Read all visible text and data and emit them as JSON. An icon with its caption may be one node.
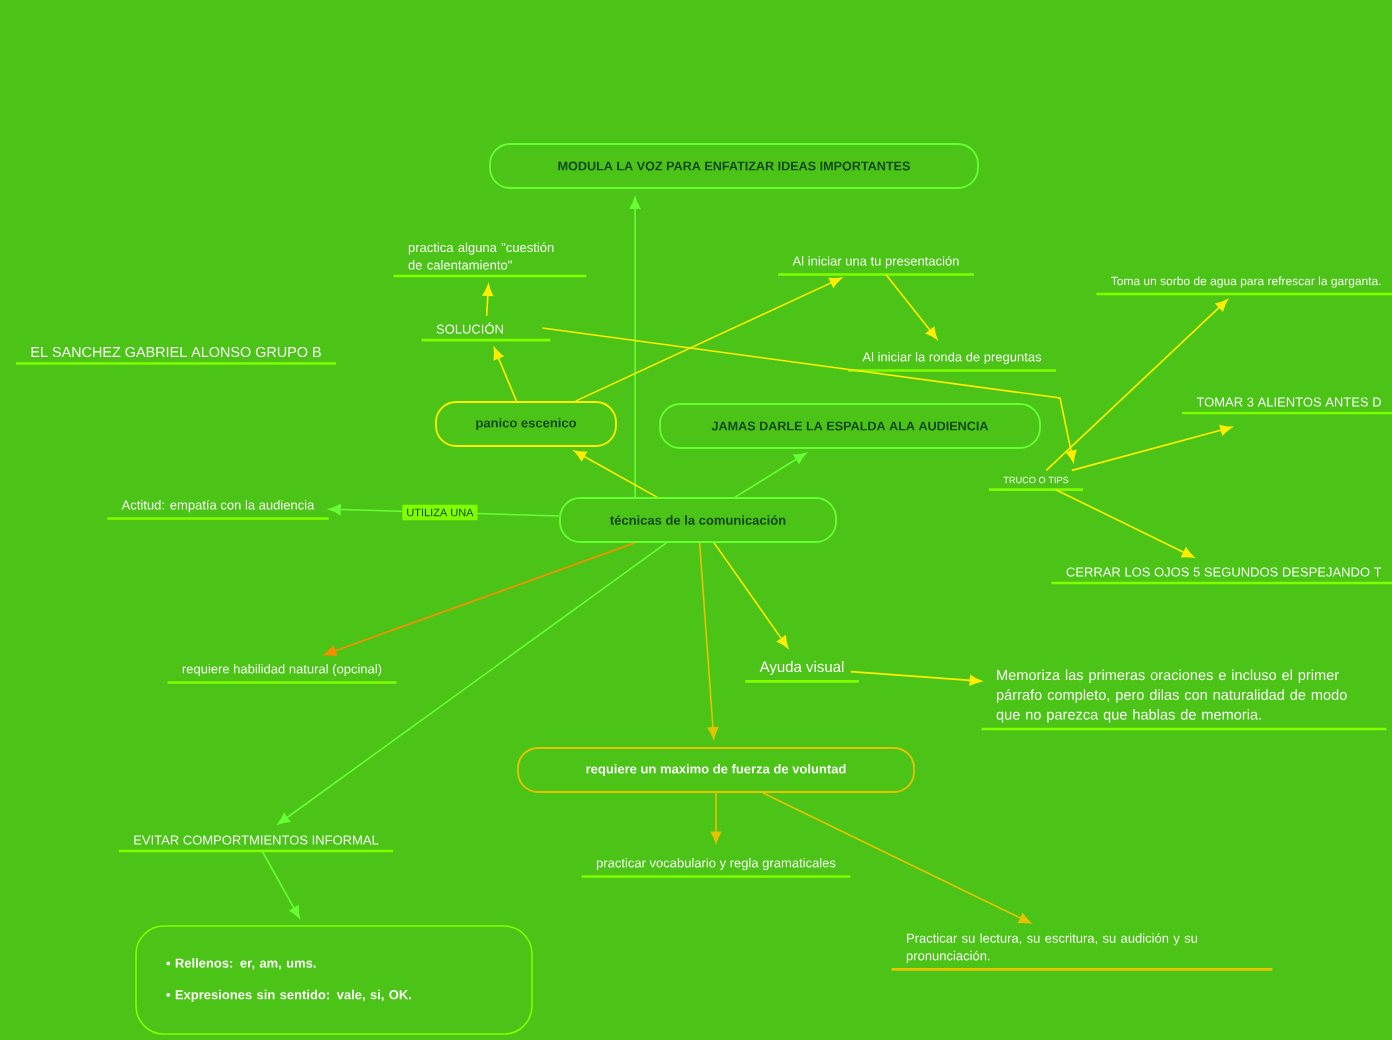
{
  "diagram": {
    "nodes": [
      {
        "text": [
          "MODULA LA VOZ PARA ENFATIZAR IDEAS IMPORTANTES"
        ]
      },
      {
        "text": [
          "practica alguna \"cuestión de calentamiento\""
        ]
      },
      {
        "text": [
          "SOLUCIÓN"
        ]
      },
      {
        "text": [
          "EL SANCHEZ GABRIEL ALONSO GRUPO B"
        ]
      },
      {
        "text": [
          "panico escenico"
        ]
      },
      {
        "text": [
          "JAMAS DARLE LA ESPALDA ALA AUDIENCIA"
        ]
      },
      {
        "text": [
          "Al iniciar una  tu presentación"
        ]
      },
      {
        "text": [
          "Al iniciar la ronda de preguntas"
        ]
      },
      {
        "text": [
          "Toma un sorbo de agua para refrescar la garganta."
        ]
      },
      {
        "text": [
          "TOMAR 3 ALIENTOS ANTES D"
        ]
      },
      {
        "text": [
          "TRUCO O TIPS"
        ]
      },
      {
        "text": [
          "CERRAR LOS OJOS 5 SEGUNDOS  DESPEJANDO T"
        ]
      },
      {
        "text": [
          "Actitud: empatía con la audiencia"
        ]
      },
      {
        "text": [
          "técnicas de la comunicación"
        ]
      },
      {
        "text": [
          "requiere habilidad natural (opcinal)"
        ]
      },
      {
        "text": [
          "Ayuda visual"
        ]
      },
      {
        "text": [
          "Memoriza las primeras oraciones e incluso el primer párrafo completo, pero dilas con naturalidad de modo que no parezca que hablas de memoria."
        ]
      },
      {
        "text": [
          "requiere un maximo de fuerza de voluntad"
        ]
      },
      {
        "text": [
          "EVITAR COMPORTMIENTOS INFORMAL"
        ]
      },
      {
        "text": [
          "practicar vocabulario y regla gramaticales"
        ]
      },
      {
        "text": [
          "Practicar su lectura, su escritura, su audición y su pronunciación."
        ]
      },
      {
        "text": [
          "• Rellenos: er, am, ums.",
          "• Expresiones sin sentido: vale, si, OK."
        ]
      }
    ],
    "edges": [
      {
        "from": 13,
        "to": 0,
        "arrow": "to",
        "color": "#66ff33"
      },
      {
        "from": 13,
        "to": 4,
        "arrow": "to"
      },
      {
        "from": 4,
        "to": 2,
        "arrow": "to"
      },
      {
        "from": 2,
        "to": 1,
        "arrow": "to"
      },
      {
        "from": 4,
        "to": 6,
        "arrow": "to"
      },
      {
        "from": 6,
        "to": 7,
        "arrow": "to"
      },
      {
        "from": 2,
        "to": 10,
        "arrow": "to"
      },
      {
        "from": 10,
        "to": 8,
        "arrow": "to"
      },
      {
        "from": 10,
        "to": 9,
        "arrow": "to"
      },
      {
        "from": 10,
        "to": 11,
        "arrow": "to"
      },
      {
        "from": 13,
        "to": 5,
        "arrow": "to",
        "color": "#66ff33"
      },
      {
        "from": 13,
        "to": 12,
        "arrow": "to",
        "label": "UTILIZA UNA",
        "color": "#66ff33"
      },
      {
        "from": 13,
        "to": 14,
        "arrow": "to",
        "color": "#ff8c00"
      },
      {
        "from": 13,
        "to": 18,
        "arrow": "to",
        "color": "#66ff33"
      },
      {
        "from": 13,
        "to": 15,
        "arrow": "to"
      },
      {
        "from": 13,
        "to": 17,
        "arrow": "to",
        "color": "#e6c200"
      },
      {
        "from": 15,
        "to": 16,
        "arrow": "to"
      },
      {
        "from": 17,
        "to": 19,
        "arrow": "to",
        "color": "#e6c200"
      },
      {
        "from": 17,
        "to": 20,
        "arrow": "to",
        "color": "#e6c200"
      },
      {
        "from": 18,
        "to": 21,
        "arrow": "to",
        "color": "#66ff33"
      }
    ]
  }
}
